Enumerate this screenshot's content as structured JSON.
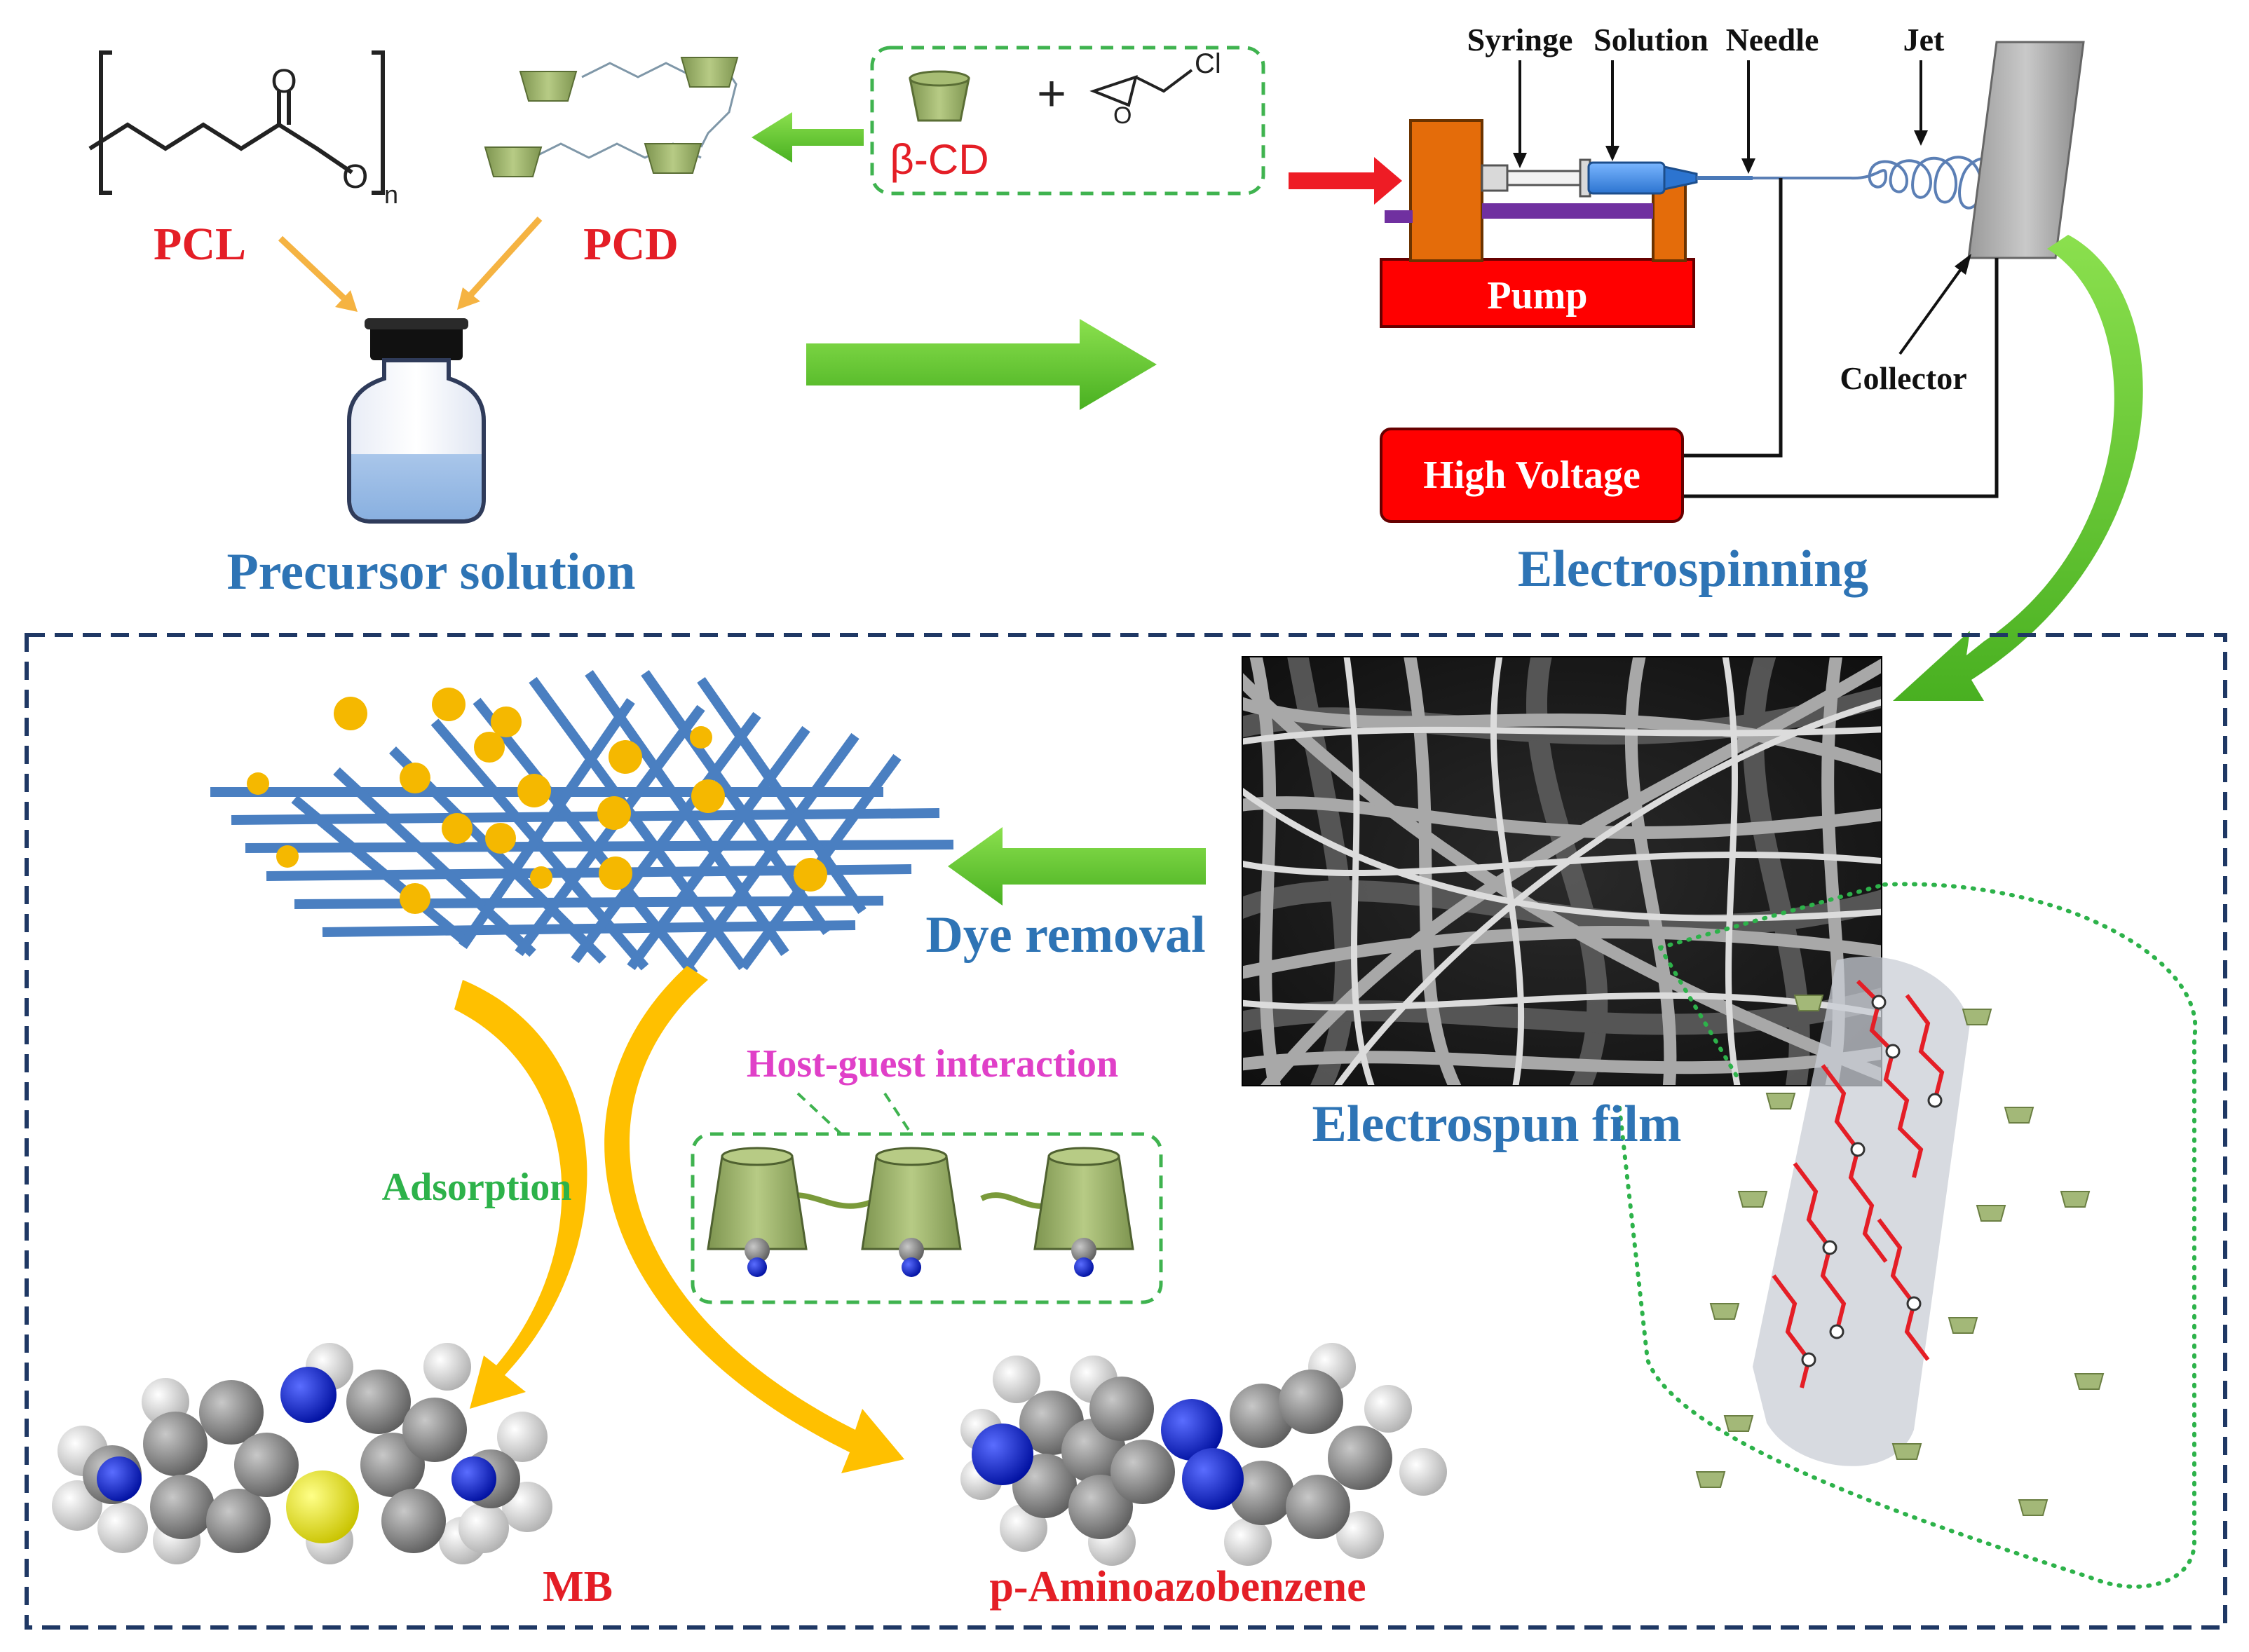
{
  "labels": {
    "pcl": "PCL",
    "pcd": "PCD",
    "beta_cd": "β-CD",
    "plus": "+",
    "cl": "Cl",
    "o_ring": "O",
    "o_top": "O",
    "o_chain": "O",
    "n_sub": "n",
    "precursor": "Precursor solution",
    "electrospinning": "Electrospinning",
    "syringe": "Syringe",
    "solution": "Solution",
    "needle": "Needle",
    "jet": "Jet",
    "collector": "Collector",
    "pump": "Pump",
    "high_voltage": "High Voltage",
    "dye_removal": "Dye removal",
    "electrospun_film": "Electrospun film",
    "host_guest": "Host-guest interaction",
    "adsorption": "Adsorption",
    "mb": "MB",
    "paba": "p-Aminoazobenzene"
  },
  "colors": {
    "red_label": "#e41e26",
    "blue_label": "#2e74b5",
    "green_label": "#2db24a",
    "magenta_label": "#e040c8",
    "pump_red": "#ff0000",
    "pump_orange": "#e46c0a",
    "green_arrow": "#66cc33",
    "yellow_arrow": "#ffc000",
    "fiber_blue": "#4a7fc1",
    "dot_yellow": "#f5b800",
    "cd_green": "#9bb36a",
    "frame_navy": "#1f3864"
  }
}
